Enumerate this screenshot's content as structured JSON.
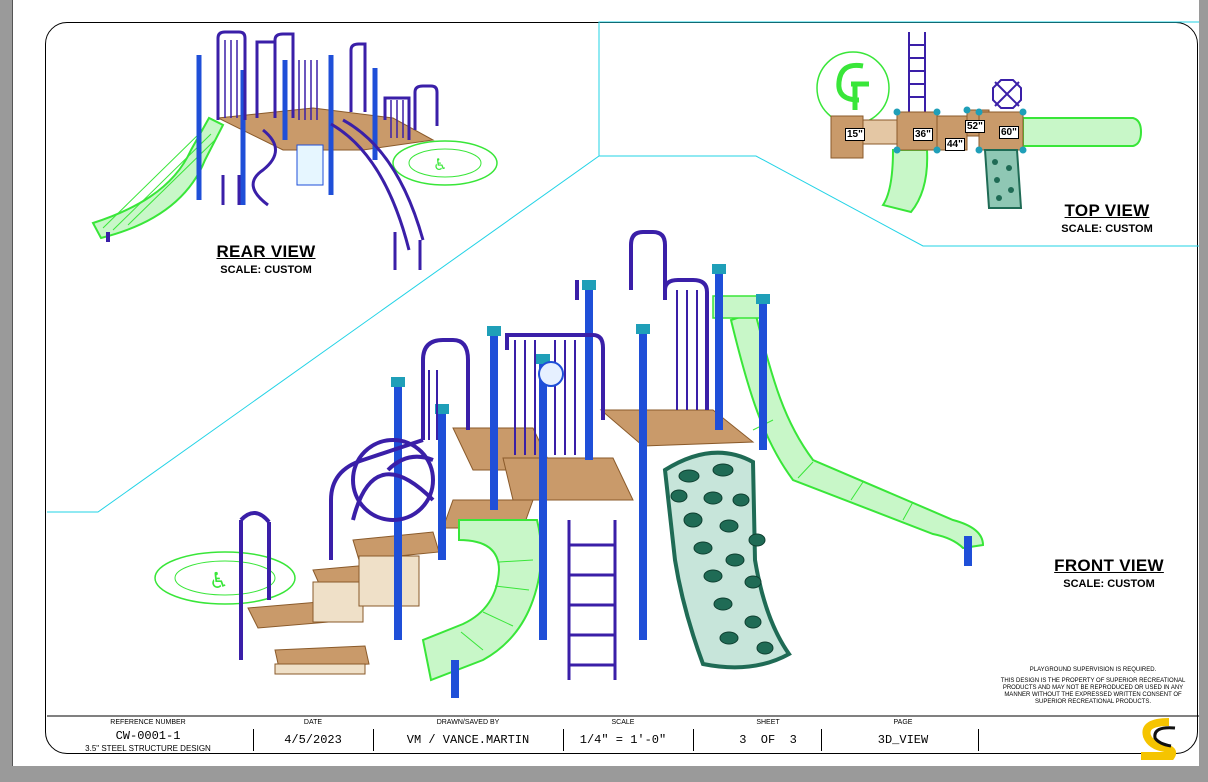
{
  "views": {
    "rear": {
      "title": "REAR VIEW",
      "scale": "SCALE: CUSTOM"
    },
    "top": {
      "title": "TOP VIEW",
      "scale": "SCALE: CUSTOM"
    },
    "front": {
      "title": "FRONT VIEW",
      "scale": "SCALE: CUSTOM"
    }
  },
  "deck_heights": [
    "15\"",
    "36\"",
    "44\"",
    "52\"",
    "60\""
  ],
  "notes": {
    "supervision": "PLAYGROUND SUPERVISION IS REQUIRED.",
    "property": "THIS DESIGN IS THE PROPERTY OF SUPERIOR RECREATIONAL PRODUCTS AND MAY NOT BE REPRODUCED OR USED IN ANY MANNER WITHOUT THE EXPRESSED WRITTEN CONSENT OF SUPERIOR RECREATIONAL PRODUCTS."
  },
  "title_block": {
    "reference_label": "REFERENCE NUMBER",
    "reference_value": "CW-0001-1",
    "reference_desc": "3.5\" STEEL STRUCTURE DESIGN",
    "date_label": "DATE",
    "date_value": "4/5/2023",
    "drawn_label": "DRAWN/SAVED BY",
    "drawn_value": "VM / VANCE.MARTIN",
    "scale_label": "SCALE",
    "scale_value": "1/4\" = 1'-0\"",
    "sheet_label": "SHEET",
    "sheet_value": "3  OF  3",
    "page_label": "PAGE",
    "page_value": "3D_VIEW"
  },
  "colors": {
    "frame_purple": "#3a1fa8",
    "post_blue": "#1f4fd8",
    "slide_green": "#39e639",
    "deck_brown": "#b8763a",
    "climber_teal": "#1f6b55",
    "guide_cyan": "#22d3e6",
    "logo_yellow": "#f5c400"
  },
  "logo_icon": "superior-s-logo-icon"
}
